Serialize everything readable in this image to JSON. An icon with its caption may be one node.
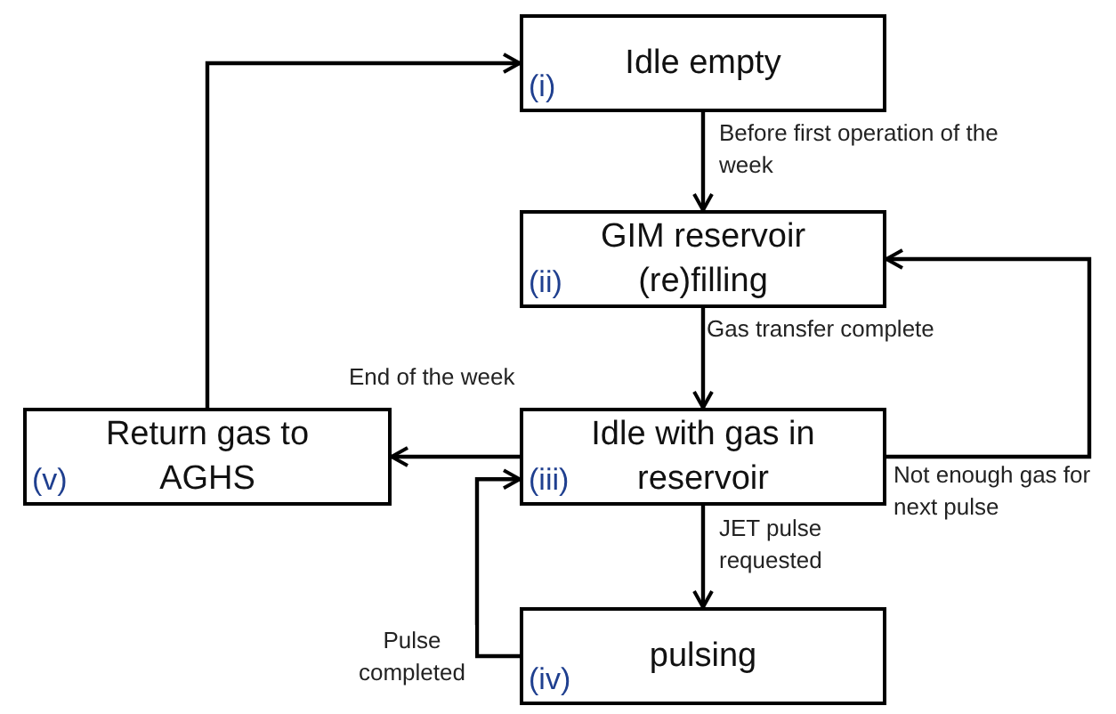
{
  "diagram": {
    "nodes": [
      {
        "text": [
          "(i)",
          "Idle empty"
        ]
      },
      {
        "text": [
          "(ii)",
          "GIM reservoir (re)filling"
        ]
      },
      {
        "text": [
          "(v)",
          "Return gas to AGHS"
        ]
      },
      {
        "text": [
          "(iii)",
          "Idle with gas in reservoir"
        ]
      },
      {
        "text": [
          "(iv)",
          "pulsing"
        ]
      }
    ],
    "edges": [
      {
        "from": 0,
        "to": 1,
        "arrow": "to",
        "label": "Before first operation of the week"
      },
      {
        "from": 1,
        "to": 3,
        "arrow": "to",
        "label": "Gas transfer complete"
      },
      {
        "from": 3,
        "to": 1,
        "arrow": "to",
        "label": "Not enough gas for next pulse"
      },
      {
        "from": 3,
        "to": 2,
        "arrow": "to",
        "label": "End of the week"
      },
      {
        "from": 2,
        "to": 0,
        "arrow": "to"
      },
      {
        "from": 3,
        "to": 4,
        "arrow": "to",
        "label": "JET pulse requested"
      },
      {
        "from": 4,
        "to": 3,
        "arrow": "to",
        "label": "Pulse completed"
      }
    ]
  }
}
